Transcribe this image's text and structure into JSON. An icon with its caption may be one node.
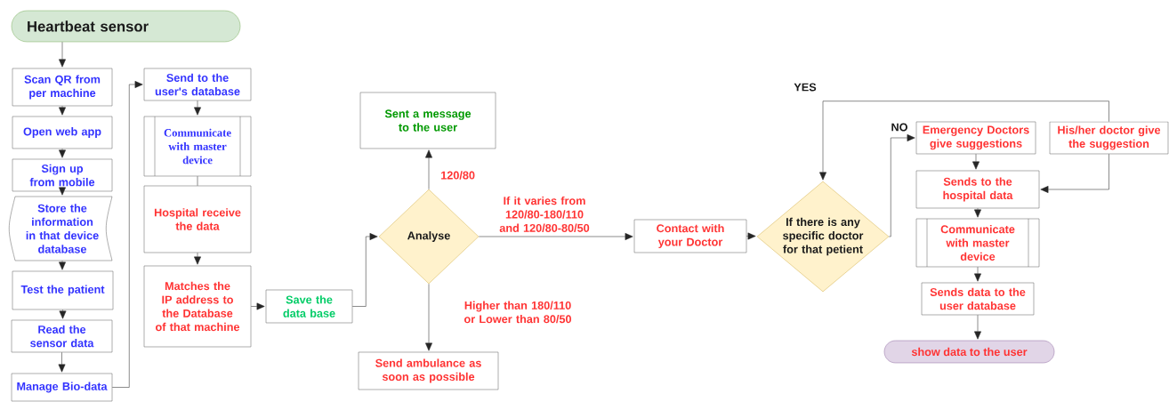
{
  "diagram": {
    "nodes": [
      {
        "text": [
          "Heartbeat  sensor"
        ]
      },
      {
        "text": [
          "Scan QR from per machine"
        ]
      },
      {
        "text": [
          "Open web app"
        ]
      },
      {
        "text": [
          "Sign up from mobile"
        ]
      },
      {
        "text": [
          "Store the information in that device database"
        ]
      },
      {
        "text": [
          "Test the patient"
        ]
      },
      {
        "text": [
          "Read the sensor data"
        ]
      },
      {
        "text": [
          "Manage Bio-data"
        ]
      },
      {
        "text": [
          "Send to the user's database"
        ]
      },
      {
        "text": [
          "Communicate with master device"
        ]
      },
      {
        "text": [
          "Hospital receive the data"
        ]
      },
      {
        "text": [
          "Matches the IP address to the Database of that machine"
        ]
      },
      {
        "text": [
          "Save the data base"
        ]
      },
      {
        "text": [
          "Sent a message to the user"
        ]
      },
      {
        "text": [
          "Analyse"
        ]
      },
      {
        "text": [
          "Send ambulance as soon as possible"
        ]
      },
      {
        "text": [
          "Contact with your Doctor"
        ]
      },
      {
        "text": [
          "If there is any specific doctor for that petient"
        ]
      },
      {
        "text": [
          "Emergency Doctors give suggestions"
        ]
      },
      {
        "text": [
          "His/her doctor give the suggestion"
        ]
      },
      {
        "text": [
          "Sends to the hospital data"
        ]
      },
      {
        "text": [
          "Communicate with master device"
        ]
      },
      {
        "text": [
          "Sends data to the user database"
        ]
      },
      {
        "text": [
          "show data to the user"
        ]
      }
    ],
    "edges": [
      {
        "from": 0,
        "to": 1,
        "arrow": "to"
      },
      {
        "from": 1,
        "to": 2,
        "arrow": "to"
      },
      {
        "from": 2,
        "to": 3,
        "arrow": "to"
      },
      {
        "from": 3,
        "to": 4,
        "arrow": "to"
      },
      {
        "from": 4,
        "to": 5,
        "arrow": "to"
      },
      {
        "from": 5,
        "to": 6,
        "arrow": "to"
      },
      {
        "from": 6,
        "to": 7,
        "arrow": "to"
      },
      {
        "from": 7,
        "to": 8,
        "arrow": "to"
      },
      {
        "from": 8,
        "to": 9,
        "arrow": "to"
      },
      {
        "from": 9,
        "to": 10,
        "arrow": "none"
      },
      {
        "from": 10,
        "to": 11,
        "arrow": "to"
      },
      {
        "from": 11,
        "to": 12,
        "arrow": "to"
      },
      {
        "from": 12,
        "to": 14,
        "arrow": "to"
      },
      {
        "from": 14,
        "to": 13,
        "arrow": "to",
        "label": "120/80"
      },
      {
        "from": 14,
        "to": 16,
        "arrow": "to",
        "label": "If it varies from 120/80-180/110 and 120/80-80/50"
      },
      {
        "from": 14,
        "to": 15,
        "arrow": "to",
        "label": "Higher than 180/110 or Lower than 80/50"
      },
      {
        "from": 16,
        "to": 17,
        "arrow": "to"
      },
      {
        "from": 17,
        "to": 18,
        "arrow": "to",
        "label": "NO"
      },
      {
        "from": 19,
        "to": 17,
        "arrow": "to",
        "label": "YES"
      },
      {
        "from": 18,
        "to": 20,
        "arrow": "to"
      },
      {
        "from": 19,
        "to": 20,
        "arrow": "to"
      },
      {
        "from": 20,
        "to": 21,
        "arrow": "to"
      },
      {
        "from": 21,
        "to": 22,
        "arrow": "to"
      },
      {
        "from": 22,
        "to": 23,
        "arrow": "to"
      }
    ]
  }
}
